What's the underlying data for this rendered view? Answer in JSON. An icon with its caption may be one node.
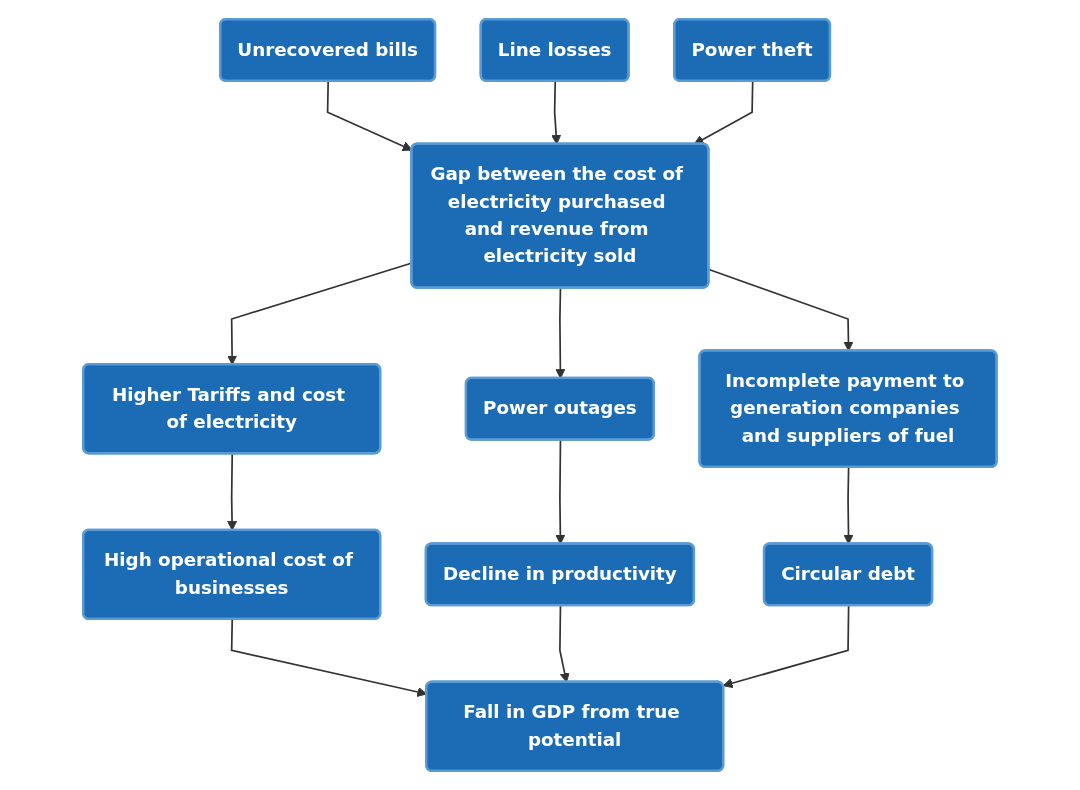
{
  "diagram": {
    "nodes": [
      {
        "text": [
          "Unrecovered bills"
        ]
      },
      {
        "text": [
          "Line losses"
        ]
      },
      {
        "text": [
          "Power theft"
        ]
      },
      {
        "text": [
          "Gap between the cost of electricity purchased and revenue from electricity sold"
        ]
      },
      {
        "text": [
          "Higher Tariffs and cost of electricity"
        ]
      },
      {
        "text": [
          "Power outages"
        ]
      },
      {
        "text": [
          "Incomplete payment to generation companies and suppliers of fuel"
        ]
      },
      {
        "text": [
          "High operational cost of businesses"
        ]
      },
      {
        "text": [
          "Decline in productivity"
        ]
      },
      {
        "text": [
          "Circular debt"
        ]
      },
      {
        "text": [
          "Fall in GDP from true potential"
        ]
      }
    ],
    "edges": [
      {
        "from": 0,
        "to": 3,
        "arrow": "to"
      },
      {
        "from": 1,
        "to": 3,
        "arrow": "to"
      },
      {
        "from": 2,
        "to": 3,
        "arrow": "to"
      },
      {
        "from": 3,
        "to": 4,
        "arrow": "to"
      },
      {
        "from": 3,
        "to": 5,
        "arrow": "to"
      },
      {
        "from": 3,
        "to": 6,
        "arrow": "to"
      },
      {
        "from": 4,
        "to": 7,
        "arrow": "to"
      },
      {
        "from": 5,
        "to": 8,
        "arrow": "to"
      },
      {
        "from": 6,
        "to": 9,
        "arrow": "to"
      },
      {
        "from": 7,
        "to": 10,
        "arrow": "to"
      },
      {
        "from": 8,
        "to": 10,
        "arrow": "to"
      },
      {
        "from": 9,
        "to": 10,
        "arrow": "to"
      }
    ]
  }
}
